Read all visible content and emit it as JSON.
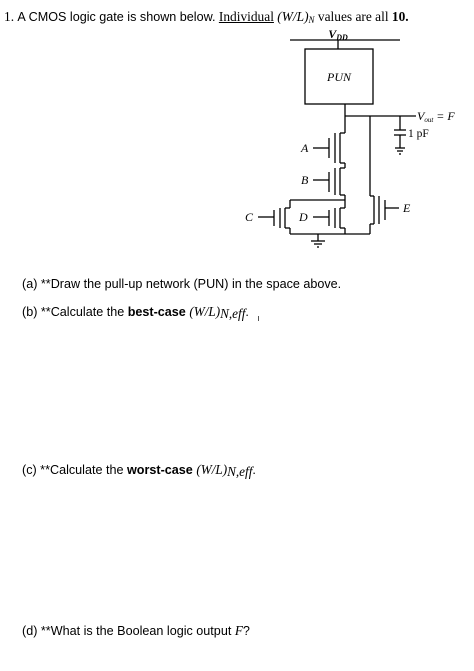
{
  "question1": {
    "number": "1.",
    "intro": "A CMOS logic gate is shown below.",
    "individual": "Individual",
    "wl": "(W/L)",
    "wl_sub": "N",
    "values_text": "values are all",
    "value": "10."
  },
  "circuit": {
    "vdd_main": "V",
    "vdd_sub": "DD",
    "pun_label": "PUN",
    "vout_main": "V",
    "vout_sub": "out",
    "vout_equals": "= F",
    "cap_label": "1 pF",
    "inputs": [
      "A",
      "B",
      "C",
      "D",
      "E"
    ]
  },
  "parts": {
    "a": {
      "prefix": "(a) **Draw the pull-up network (PUN) in the space above."
    },
    "b": {
      "prefix": "(b) **Calculate the",
      "bold": "best-case",
      "wl": "(W/L)",
      "sub": "N,eff",
      "suffix": "."
    },
    "c": {
      "prefix": "(c) **Calculate the",
      "bold": "worst-case",
      "wl": "(W/L)",
      "sub": "N,eff",
      "suffix": "."
    },
    "d": {
      "prefix": "(d) **What is the Boolean logic output",
      "var": "F",
      "suffix": "?"
    }
  }
}
